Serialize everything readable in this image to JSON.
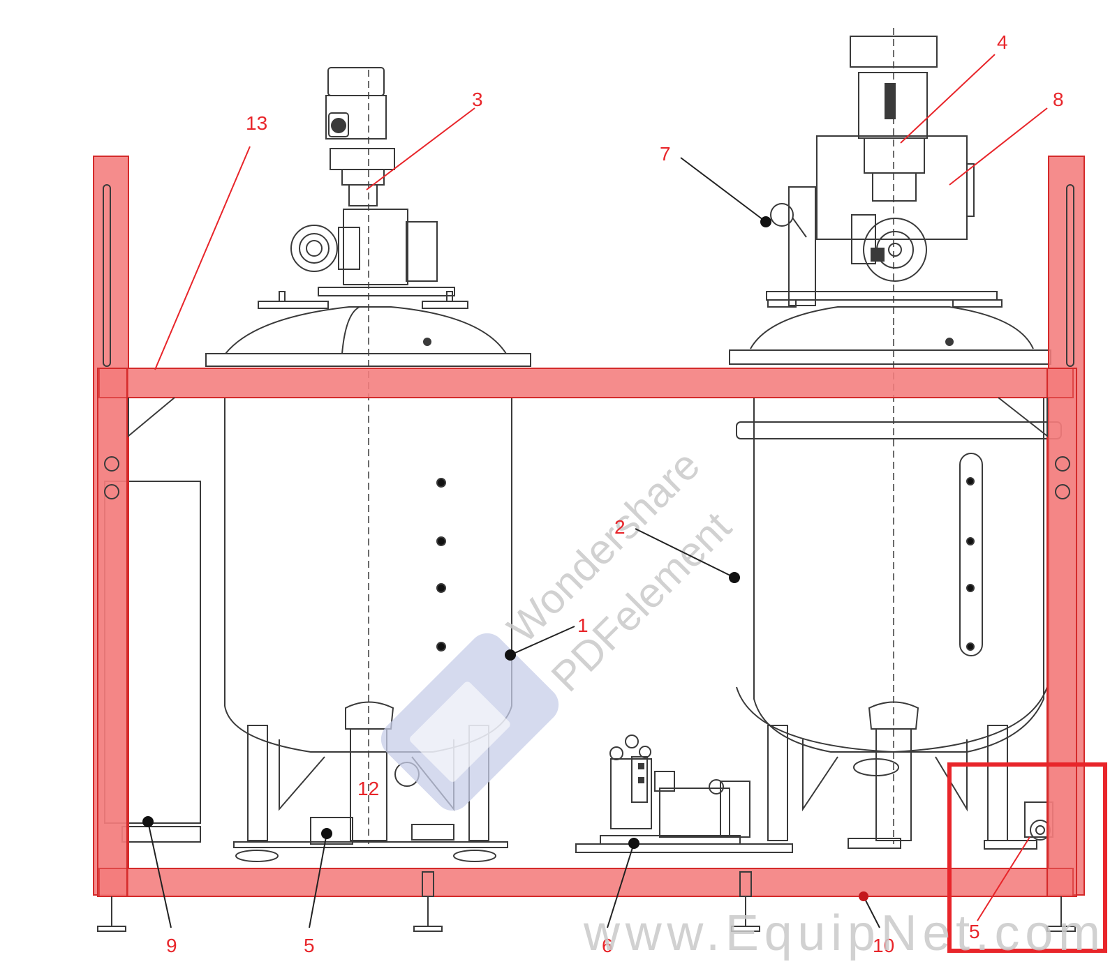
{
  "colors": {
    "frame_fill": "#f47c7c",
    "frame_stroke": "#d42a2a",
    "callout_text": "#e8252a",
    "callout_line": "#e8252a",
    "leader_line": "#222222",
    "drawing_line": "#3a3a3a",
    "highlight_box": "#e8252a",
    "watermark_text": "#c9c9c9",
    "watermark_logo": "#c7cee8"
  },
  "callouts": {
    "c1": "1",
    "c2": "2",
    "c3": "3",
    "c4": "4",
    "c5a": "5",
    "c5b": "5",
    "c6": "6",
    "c7": "7",
    "c8": "8",
    "c9": "9",
    "c10": "10",
    "c12": "12",
    "c13": "13"
  },
  "watermarks": {
    "pdf_line1": "Wondershare",
    "pdf_line2": "PDFelement",
    "site": "www.EquipNet.com"
  }
}
